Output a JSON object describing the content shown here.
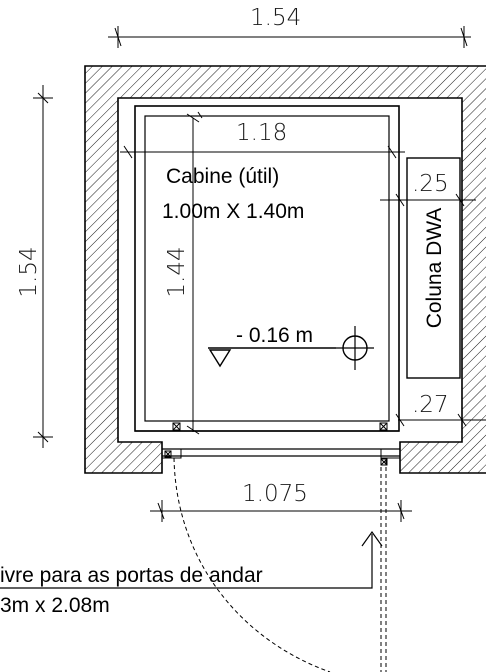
{
  "dimensions": {
    "top_width": "1.54",
    "left_height": "1.54",
    "cabin_inner_width": "1.18",
    "cabin_inner_height": "1.44",
    "column_width": ".25",
    "column_clearance": ".27",
    "door_opening": "1.075"
  },
  "labels": {
    "cabin_title": "Cabine (útil)",
    "cabin_size": "1.00m X 1.40m",
    "column": "Coluna DWA",
    "level": "- 0.16 m",
    "door_note_line1": "ivre para as portas de andar",
    "door_note_line2": "3m x 2.08m"
  },
  "colors": {
    "ink": "#000000",
    "hatch": "#000000",
    "background": "#ffffff"
  }
}
